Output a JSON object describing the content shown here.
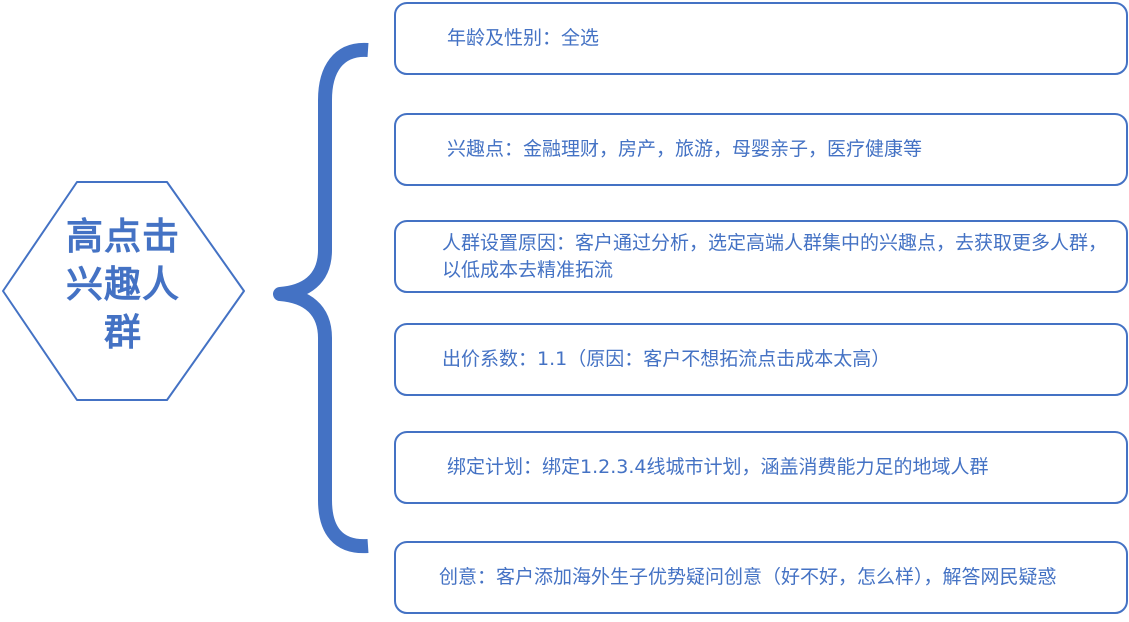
{
  "central_node": {
    "lines": [
      "高点击",
      "兴趣人",
      "群"
    ]
  },
  "items": [
    {
      "text": "年龄及性别：全选"
    },
    {
      "text": "兴趣点：金融理财，房产，旅游，母婴亲子，医疗健康等"
    },
    {
      "text": "人群设置原因：客户通过分析，选定高端人群集中的兴趣点，去获取更多人群，以低成本去精准拓流"
    },
    {
      "text": "出价系数：1.1（原因：客户不想拓流点击成本太高）"
    },
    {
      "text": "绑定计划：绑定1.2.3.4线城市计划，涵盖消费能力足的地域人群"
    },
    {
      "text": "创意：客户添加海外生子优势疑问创意（好不好，怎么样），解答网民疑惑"
    }
  ],
  "colors": {
    "accent": "#4472c4",
    "background": "#ffffff"
  }
}
